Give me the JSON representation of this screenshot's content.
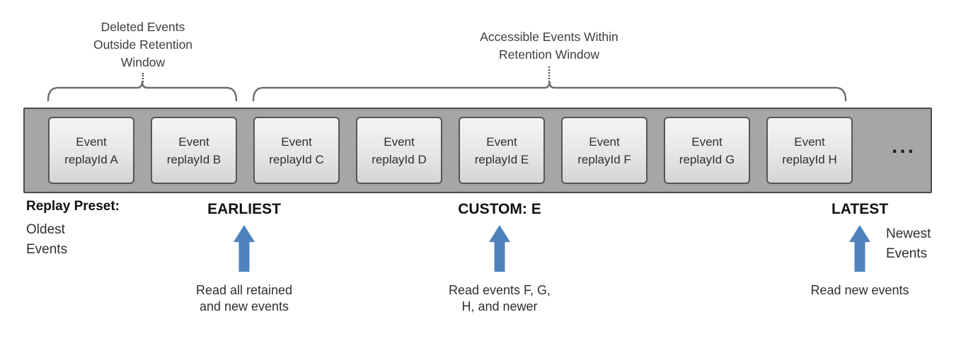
{
  "diagram": {
    "top": {
      "deleted_label": "Deleted Events\nOutside Retention\nWindow",
      "accessible_label": "Accessible Events Within\nRetention Window"
    },
    "timeline": {
      "events": [
        {
          "line1": "Event",
          "line2": "replayId A"
        },
        {
          "line1": "Event",
          "line2": "replayId B"
        },
        {
          "line1": "Event",
          "line2": "replayId C"
        },
        {
          "line1": "Event",
          "line2": "replayId D"
        },
        {
          "line1": "Event",
          "line2": "replayId E"
        },
        {
          "line1": "Event",
          "line2": "replayId F"
        },
        {
          "line1": "Event",
          "line2": "replayId G"
        },
        {
          "line1": "Event",
          "line2": "replayId H"
        }
      ],
      "ellipsis": "..."
    },
    "legend": {
      "replay_preset": "Replay Preset:",
      "oldest": "Oldest\nEvents",
      "newest": "Newest\nEvents"
    },
    "presets": [
      {
        "name": "EARLIEST",
        "description": "Read all retained\nand new events"
      },
      {
        "name": "CUSTOM: E",
        "description": "Read events F, G,\nH, and newer"
      },
      {
        "name": "LATEST",
        "description": "Read new events"
      }
    ],
    "colors": {
      "arrow_blue": "#4f81bd",
      "strip_background": "#a6a6a6",
      "strip_border": "#4b4b4b",
      "box_border": "#565656",
      "bracket_gray": "#6e6e6e",
      "text_dark": "#2f2f2f"
    }
  }
}
